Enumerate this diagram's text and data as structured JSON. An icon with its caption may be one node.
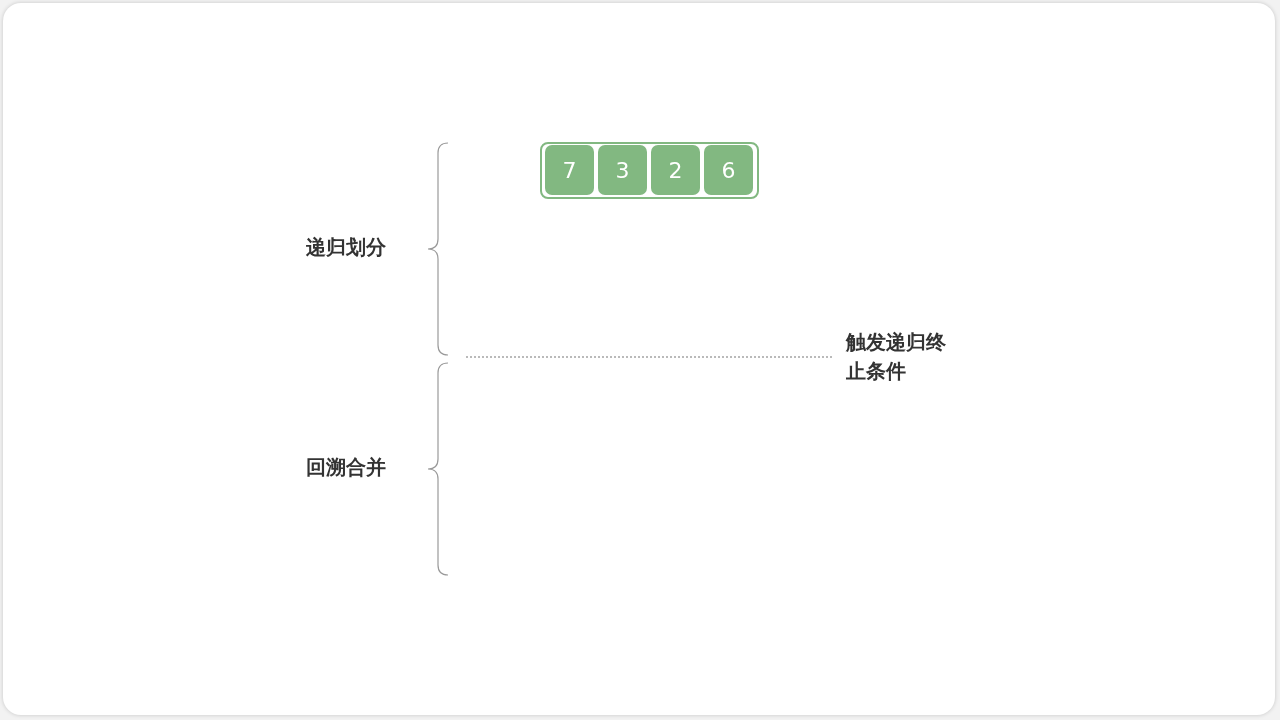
{
  "diagram": {
    "nodes": [
      {
        "text": [],
        "shape": "box"
      },
      {
        "text": [
          "7"
        ],
        "in": 0
      },
      {
        "text": [
          "3"
        ],
        "in": 0
      },
      {
        "text": [
          "2"
        ],
        "in": 0
      },
      {
        "text": [
          "6"
        ],
        "in": 0
      }
    ],
    "labels": [
      "递归划分",
      "触发递归终止条件",
      "回溯合并"
    ]
  }
}
